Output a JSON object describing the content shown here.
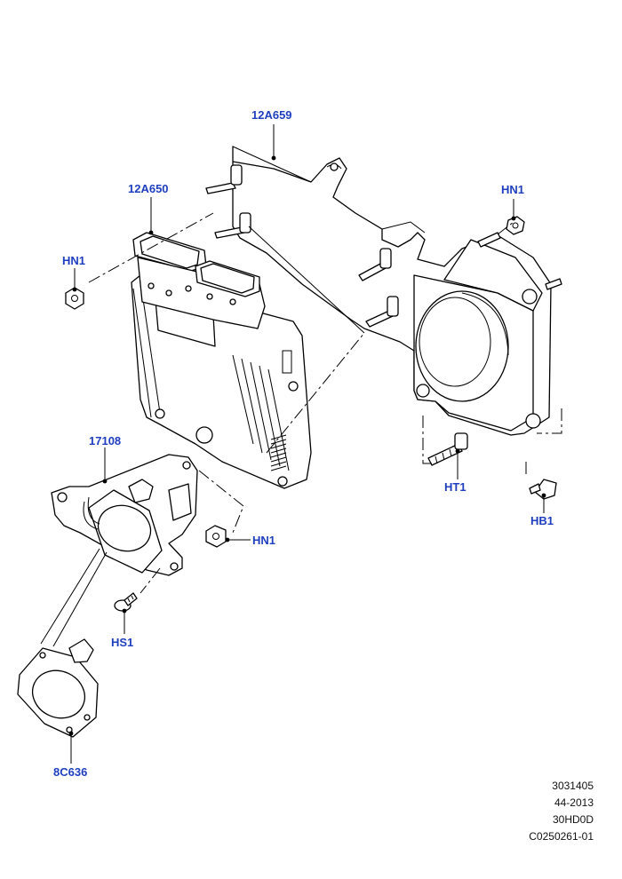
{
  "callouts": {
    "bracket_12A659": "12A659",
    "module_12A650": "12A650",
    "nut_hn1_top_right": "HN1",
    "nut_hn1_left": "HN1",
    "bracket_17108": "17108",
    "stud_ht1": "HT1",
    "nut_hn1_lower": "HN1",
    "bolt_hb1": "HB1",
    "screw_hs1": "HS1",
    "sensor_8C636": "8C636"
  },
  "doc_info": {
    "line1": "3031405",
    "line2": "44-2013",
    "line3": "30HD0D",
    "line4": "C0250261-01"
  },
  "colors": {
    "callout_text": "#1f3fbf",
    "linework": "#000000",
    "background": "#ffffff"
  }
}
